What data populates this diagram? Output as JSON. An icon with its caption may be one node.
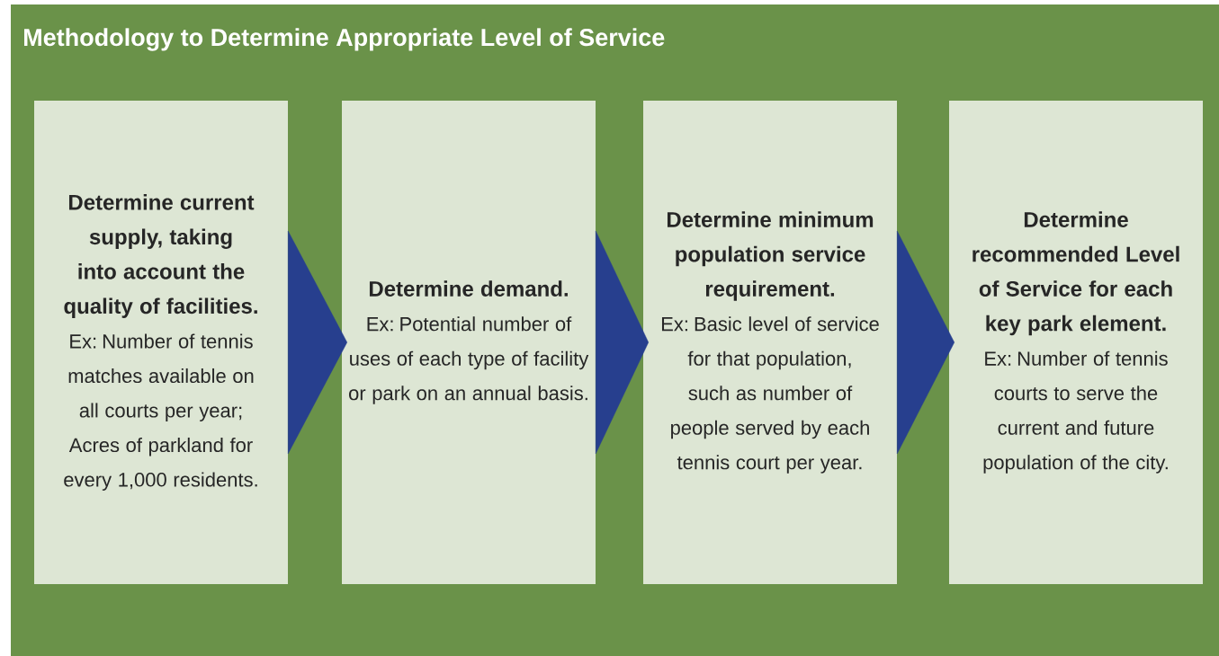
{
  "diagram": {
    "title": "Methodology to Determine Appropriate Level of Service",
    "nodes": [
      {
        "text": [
          "Determine current supply, taking into account the quality of facilities.",
          "Ex: Number of tennis matches available on all courts per year; Acres of parkland for every 1,000 residents."
        ]
      },
      {
        "text": [
          "Determine demand.",
          "Ex: Potential number of uses of each type of facility or park on an annual basis."
        ]
      },
      {
        "text": [
          "Determine minimum population service requirement.",
          "Ex: Basic level of service for that population, such as number of people served by each tennis court per year."
        ]
      },
      {
        "text": [
          "Determine recommended Level of Service for each key park element.",
          "Ex: Number of tennis courts to serve the current and future population of the city."
        ]
      }
    ],
    "edges": [
      {
        "from": 0,
        "to": 1,
        "arrow": "to"
      },
      {
        "from": 1,
        "to": 2,
        "arrow": "to"
      },
      {
        "from": 2,
        "to": 3,
        "arrow": "to"
      }
    ]
  }
}
